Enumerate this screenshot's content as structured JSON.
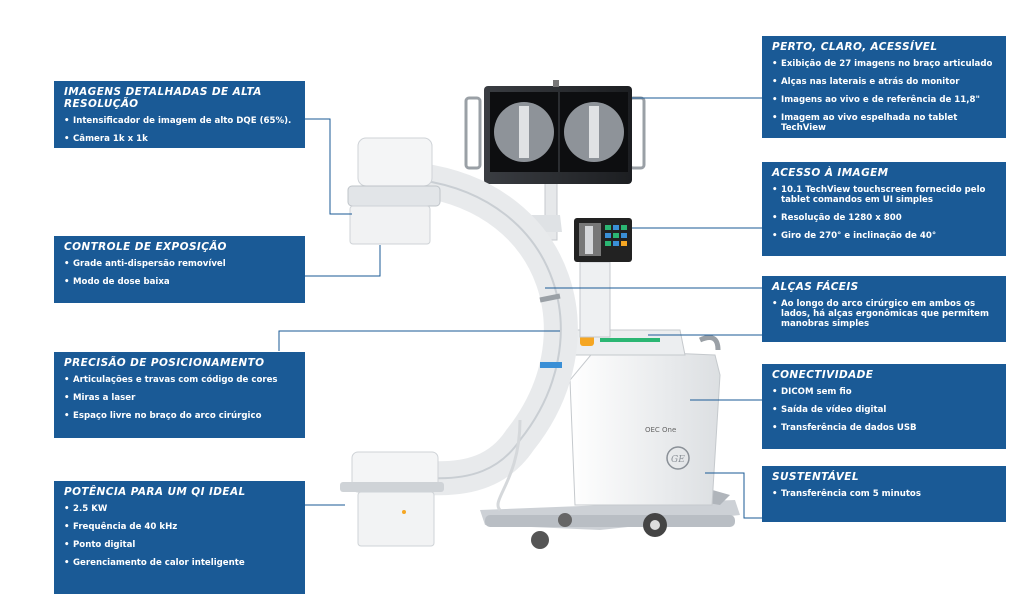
{
  "panels": {
    "perto": {
      "title": "PERTO, CLARO, ACESSÍVEL",
      "items": [
        "Exibição de 27 imagens no braço articulado",
        "Alças nas laterais e atrás do monitor",
        "Imagens ao vivo e de referência de 11,8\"",
        "Imagem ao vivo espelhada no tablet TechView"
      ]
    },
    "imagens": {
      "title": "IMAGENS DETALHADAS DE ALTA RESOLUÇÃO",
      "items": [
        "Intensificador de imagem de alto DQE (65%).",
        "Câmera 1k x 1k"
      ]
    },
    "acesso": {
      "title": "ACESSO À IMAGEM",
      "items": [
        "10.1 TechView touchscreen fornecido pelo tablet comandos em UI simples",
        "Resolução de 1280 x 800",
        "Giro de 270° e inclinação de 40°"
      ]
    },
    "controle": {
      "title": "CONTROLE DE EXPOSIÇÃO",
      "items": [
        "Grade anti-dispersão removível",
        "Modo de dose baixa"
      ]
    },
    "alcas": {
      "title": "ALÇAS FÁCEIS",
      "items": [
        "Ao longo do arco cirúrgico em ambos os lados, há alças ergonômicas que permitem manobras simples"
      ]
    },
    "precisao": {
      "title": "PRECISÃO DE POSICIONAMENTO",
      "items": [
        "Articulações e travas com código de cores",
        "Miras a laser",
        "Espaço livre no braço do arco cirúrgico"
      ]
    },
    "conectividade": {
      "title": "CONECTIVIDADE",
      "items": [
        "DICOM sem fio",
        "Saída de vídeo digital",
        "Transferência de dados USB"
      ]
    },
    "sustentavel": {
      "title": "SUSTENTÁVEL",
      "items": [
        "Transferência com 5 minutos"
      ]
    },
    "potencia": {
      "title": "POTÊNCIA PARA UM QI IDEAL",
      "items": [
        "2.5 KW",
        "Frequência de 40 kHz",
        "Ponto digital",
        "Gerenciamento de calor inteligente"
      ]
    }
  },
  "machine": {
    "brand_label": "OEC One",
    "logo_text": "GE"
  },
  "colors": {
    "panel": "#1a5a96",
    "connector": "#1a5a96",
    "machine_body": "#f2f3f4",
    "accent_green": "#2bb673",
    "accent_orange": "#f5a623",
    "accent_blue": "#3a8fd6"
  }
}
